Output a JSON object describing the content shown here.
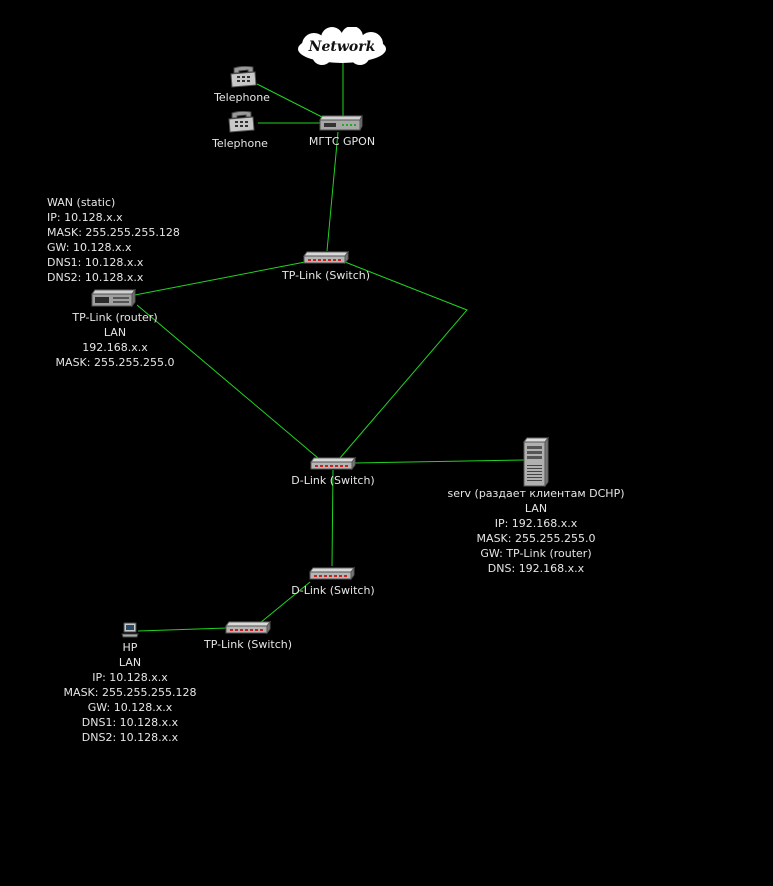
{
  "colors": {
    "link": "#21d321",
    "background": "#000000",
    "text": "#e6e6e6"
  },
  "cloud": {
    "label": "Network",
    "icon": "cloud-icon"
  },
  "phone1": {
    "label": "Telephone",
    "icon": "telephone-icon"
  },
  "phone2": {
    "label": "Telephone",
    "icon": "telephone-icon"
  },
  "gpon": {
    "label": "МГТС GPON",
    "icon": "modem-icon"
  },
  "wan": {
    "lines": [
      "WAN (static)",
      "IP: 10.128.x.x",
      "MASK: 255.255.255.128",
      "GW: 10.128.x.x",
      "DNS1: 10.128.x.x",
      "DNS2: 10.128.x.x"
    ]
  },
  "tplink_switch_top": {
    "label": "TP-Link (Switch)",
    "icon": "switch-icon"
  },
  "tplink_router": {
    "icon": "router-icon",
    "lines": [
      "TP-Link (router)",
      "LAN",
      "192.168.x.x",
      "MASK: 255.255.255.0"
    ]
  },
  "dlink_switch_1": {
    "label": "D-Link (Switch)",
    "icon": "switch-icon"
  },
  "server": {
    "icon": "server-icon",
    "lines": [
      "serv (раздает клиентам DCHP)",
      "LAN",
      "IP: 192.168.x.x",
      "MASK: 255.255.255.0",
      "GW: TP-Link (router)",
      "DNS: 192.168.x.x"
    ]
  },
  "dlink_switch_2": {
    "label": "D-Link (Switch)",
    "icon": "switch-icon"
  },
  "tplink_switch_bottom": {
    "label": "TP-Link (Switch)",
    "icon": "switch-icon"
  },
  "hp": {
    "icon": "computer-icon",
    "lines": [
      "HP",
      "LAN",
      "IP: 10.128.x.x",
      "MASK: 255.255.255.128",
      "GW: 10.128.x.x",
      "DNS1: 10.128.x.x",
      "DNS2: 10.128.x.x"
    ]
  }
}
